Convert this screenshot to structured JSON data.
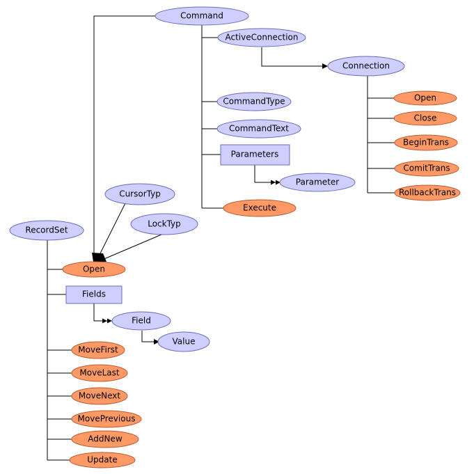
{
  "colors": {
    "object_fill": "#cfcfff",
    "object_stroke": "#6b6bb8",
    "method_fill": "#ff9966",
    "method_stroke": "#b85c30",
    "collection_fill": "#cfcfff",
    "collection_stroke": "#6b6bb8",
    "line": "#000000"
  },
  "nodes": {
    "command": "Command",
    "active_connection": "ActiveConnection",
    "connection": "Connection",
    "conn_open": "Open",
    "conn_close": "Close",
    "conn_begin_trans": "BeginTrans",
    "conn_comit_trans": "ComitTrans",
    "conn_rollback_trans": "RollbackTrans",
    "command_type": "CommandType",
    "command_text": "CommandText",
    "parameters": "Parameters",
    "parameter": "Parameter",
    "execute": "Execute",
    "cursor_typ": "CursorTyp",
    "lock_typ": "LockTyp",
    "recordset": "RecordSet",
    "rs_open": "Open",
    "fields": "Fields",
    "field": "Field",
    "value": "Value",
    "move_first": "MoveFirst",
    "move_last": "MoveLast",
    "move_next": "MoveNext",
    "move_previous": "MovePrevious",
    "add_new": "AddNew",
    "update": "Update"
  }
}
